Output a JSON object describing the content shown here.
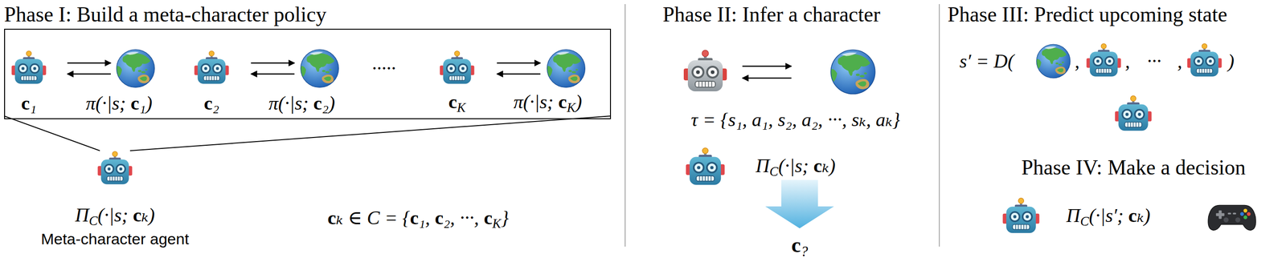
{
  "diagram": {
    "nodes": [
      {
        "text": [
          "c₁",
          "π(·|s; c₁)",
          "c₂",
          "π(·|s; c₂)",
          "·····",
          "cK",
          "π(·|s; cK)"
        ]
      }
    ],
    "labels": [
      "Phase I: Build a meta-character policy",
      "ΠC(·|s; cₖ)",
      "Meta-character agent",
      "cₖ ∈ C = {c₁, c₂, ···, cK}",
      "Phase II: Infer a character",
      "τ = {s₁, a₁, s₂, a₂, ···, sₖ, aₖ}",
      "ΠC(·|s; cₖ)",
      "c?",
      "Phase III: Predict upcoming state",
      "s′ = D(",
      ",",
      ",",
      "···",
      ",",
      ")",
      "Phase IV: Make a decision",
      "ΠC(·|s′; cₖ)"
    ]
  }
}
